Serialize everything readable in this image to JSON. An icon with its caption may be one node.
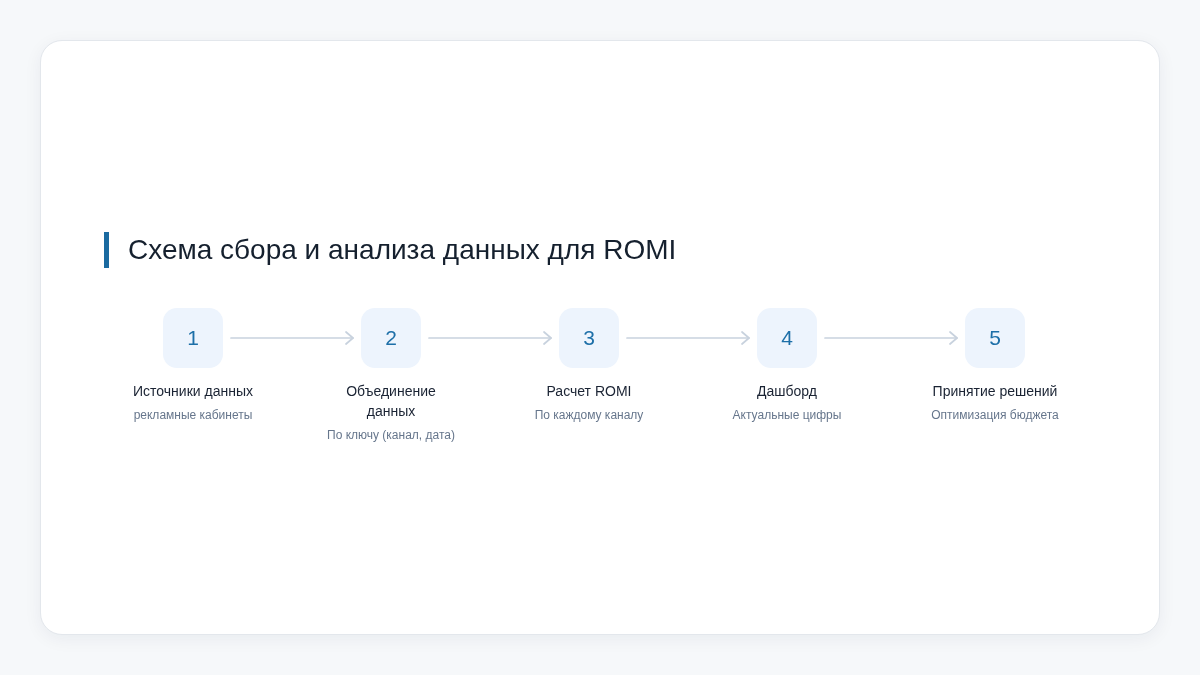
{
  "diagram": {
    "title": "Схема сбора и анализа данных для ROMI",
    "nodes": [
      {
        "text": [
          "1"
        ],
        "beside": [
          "Источники данных",
          "рекламные кабинеты"
        ]
      },
      {
        "text": [
          "2"
        ],
        "beside": [
          "Объединение данных",
          "По ключу (канал, дата)"
        ]
      },
      {
        "text": [
          "3"
        ],
        "beside": [
          "Расчет ROMI",
          "По каждому каналу"
        ]
      },
      {
        "text": [
          "4"
        ],
        "beside": [
          "Дашборд",
          "Актуальные цифры"
        ]
      },
      {
        "text": [
          "5"
        ],
        "beside": [
          "Принятие решений",
          "Оптимизация бюджета"
        ]
      }
    ],
    "edges": [
      {
        "from": 0,
        "to": 1,
        "arrow": "to"
      },
      {
        "from": 1,
        "to": 2,
        "arrow": "to"
      },
      {
        "from": 2,
        "to": 3,
        "arrow": "to"
      },
      {
        "from": 3,
        "to": 4,
        "arrow": "to"
      }
    ]
  }
}
